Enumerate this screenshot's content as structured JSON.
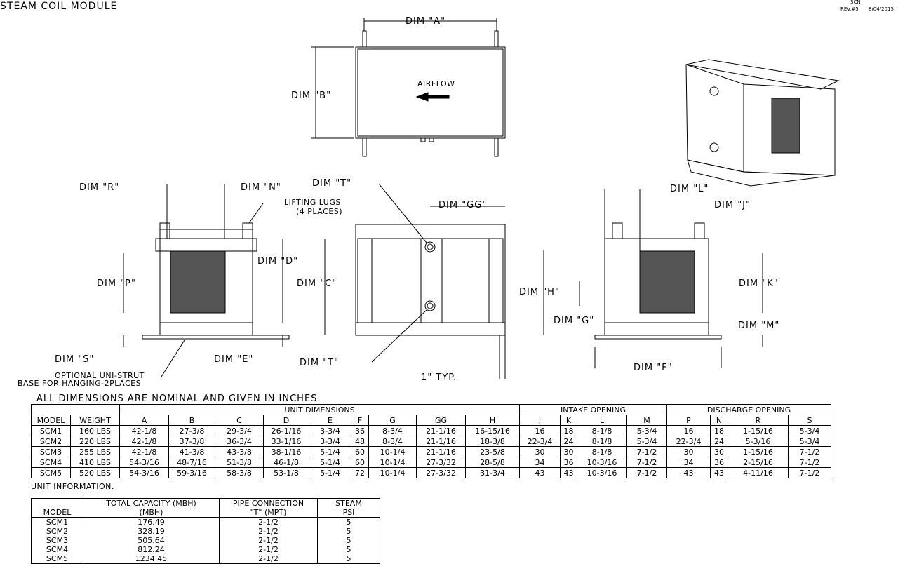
{
  "title": "STEAM COIL MODULE",
  "revision": {
    "code": "SCN",
    "rev": "REV.#5",
    "date": "8/04/2015"
  },
  "drawing_labels": {
    "dim_a": "DIM \"A\"",
    "dim_b": "DIM \"B\"",
    "airflow": "AIRFLOW",
    "dim_r": "DIM \"R\"",
    "dim_n": "DIM \"N\"",
    "lifting_lugs_1": "LIFTING LUGS",
    "lifting_lugs_2": "(4 PLACES)",
    "dim_d": "DIM \"D\"",
    "dim_p": "DIM \"P\"",
    "dim_s": "DIM \"S\"",
    "dim_e": "DIM \"E\"",
    "unistrut_1": "OPTIONAL UNI-STRUT",
    "unistrut_2": "BASE FOR HANGING-2PLACES",
    "dim_t_top": "DIM \"T\"",
    "dim_gg": "DIM \"GG\"",
    "dim_c": "DIM \"C\"",
    "dim_t_bottom": "DIM \"T\"",
    "typ": "1\" TYP.",
    "dim_l": "DIM \"L\"",
    "dim_j": "DIM \"J\"",
    "dim_h": "DIM \"H\"",
    "dim_k": "DIM \"K\"",
    "dim_g": "DIM \"G\"",
    "dim_m": "DIM \"M\"",
    "dim_f": "DIM \"F\""
  },
  "dimensions_table": {
    "note": "ALL DIMENSIONS ARE NOMINAL AND GIVEN IN INCHES.",
    "groups": [
      "UNIT DIMENSIONS",
      "INTAKE OPENING",
      "DISCHARGE OPENING"
    ],
    "columns": [
      "MODEL",
      "WEIGHT",
      "A",
      "B",
      "C",
      "D",
      "E",
      "F",
      "G",
      "GG",
      "H",
      "J",
      "K",
      "L",
      "M",
      "P",
      "N",
      "R",
      "S"
    ],
    "rows": [
      [
        "SCM1",
        "160 LBS",
        "42-1/8",
        "27-3/8",
        "29-3/4",
        "26-1/16",
        "3-3/4",
        "36",
        "8-3/4",
        "21-1/16",
        "16-15/16",
        "16",
        "18",
        "8-1/8",
        "5-3/4",
        "16",
        "18",
        "1-15/16",
        "5-3/4"
      ],
      [
        "SCM2",
        "220 LBS",
        "42-1/8",
        "37-3/8",
        "36-3/4",
        "33-1/16",
        "3-3/4",
        "48",
        "8-3/4",
        "21-1/16",
        "18-3/8",
        "22-3/4",
        "24",
        "8-1/8",
        "5-3/4",
        "22-3/4",
        "24",
        "5-3/16",
        "5-3/4"
      ],
      [
        "SCM3",
        "255 LBS",
        "42-1/8",
        "41-3/8",
        "43-3/8",
        "38-1/16",
        "5-1/4",
        "60",
        "10-1/4",
        "21-1/16",
        "23-5/8",
        "30",
        "30",
        "8-1/8",
        "7-1/2",
        "30",
        "30",
        "1-15/16",
        "7-1/2"
      ],
      [
        "SCM4",
        "410 LBS",
        "54-3/16",
        "48-7/16",
        "51-3/8",
        "46-1/8",
        "5-1/4",
        "60",
        "10-1/4",
        "27-3/32",
        "28-5/8",
        "34",
        "36",
        "10-3/16",
        "7-1/2",
        "34",
        "36",
        "2-15/16",
        "7-1/2"
      ],
      [
        "SCM5",
        "520 LBS",
        "54-3/16",
        "59-3/16",
        "58-3/8",
        "53-1/8",
        "5-1/4",
        "72",
        "10-1/4",
        "27-3/32",
        "31-3/4",
        "43",
        "43",
        "10-3/16",
        "7-1/2",
        "43",
        "43",
        "4-11/16",
        "7-1/2"
      ]
    ]
  },
  "unit_info": {
    "heading": "UNIT INFORMATION.",
    "header_top": [
      "",
      "TOTAL CAPACITY (MBH)",
      "PIPE CONNECTION",
      "STEAM"
    ],
    "header_bottom": [
      "MODEL",
      "(MBH)",
      "\"T\" (MPT)",
      "PSI"
    ],
    "rows": [
      [
        "SCM1",
        "176.49",
        "2-1/2",
        "5"
      ],
      [
        "SCM2",
        "328.19",
        "2-1/2",
        "5"
      ],
      [
        "SCM3",
        "505.64",
        "2-1/2",
        "5"
      ],
      [
        "SCM4",
        "812.24",
        "2-1/2",
        "5"
      ],
      [
        "SCM5",
        "1234.45",
        "2-1/2",
        "5"
      ]
    ]
  }
}
